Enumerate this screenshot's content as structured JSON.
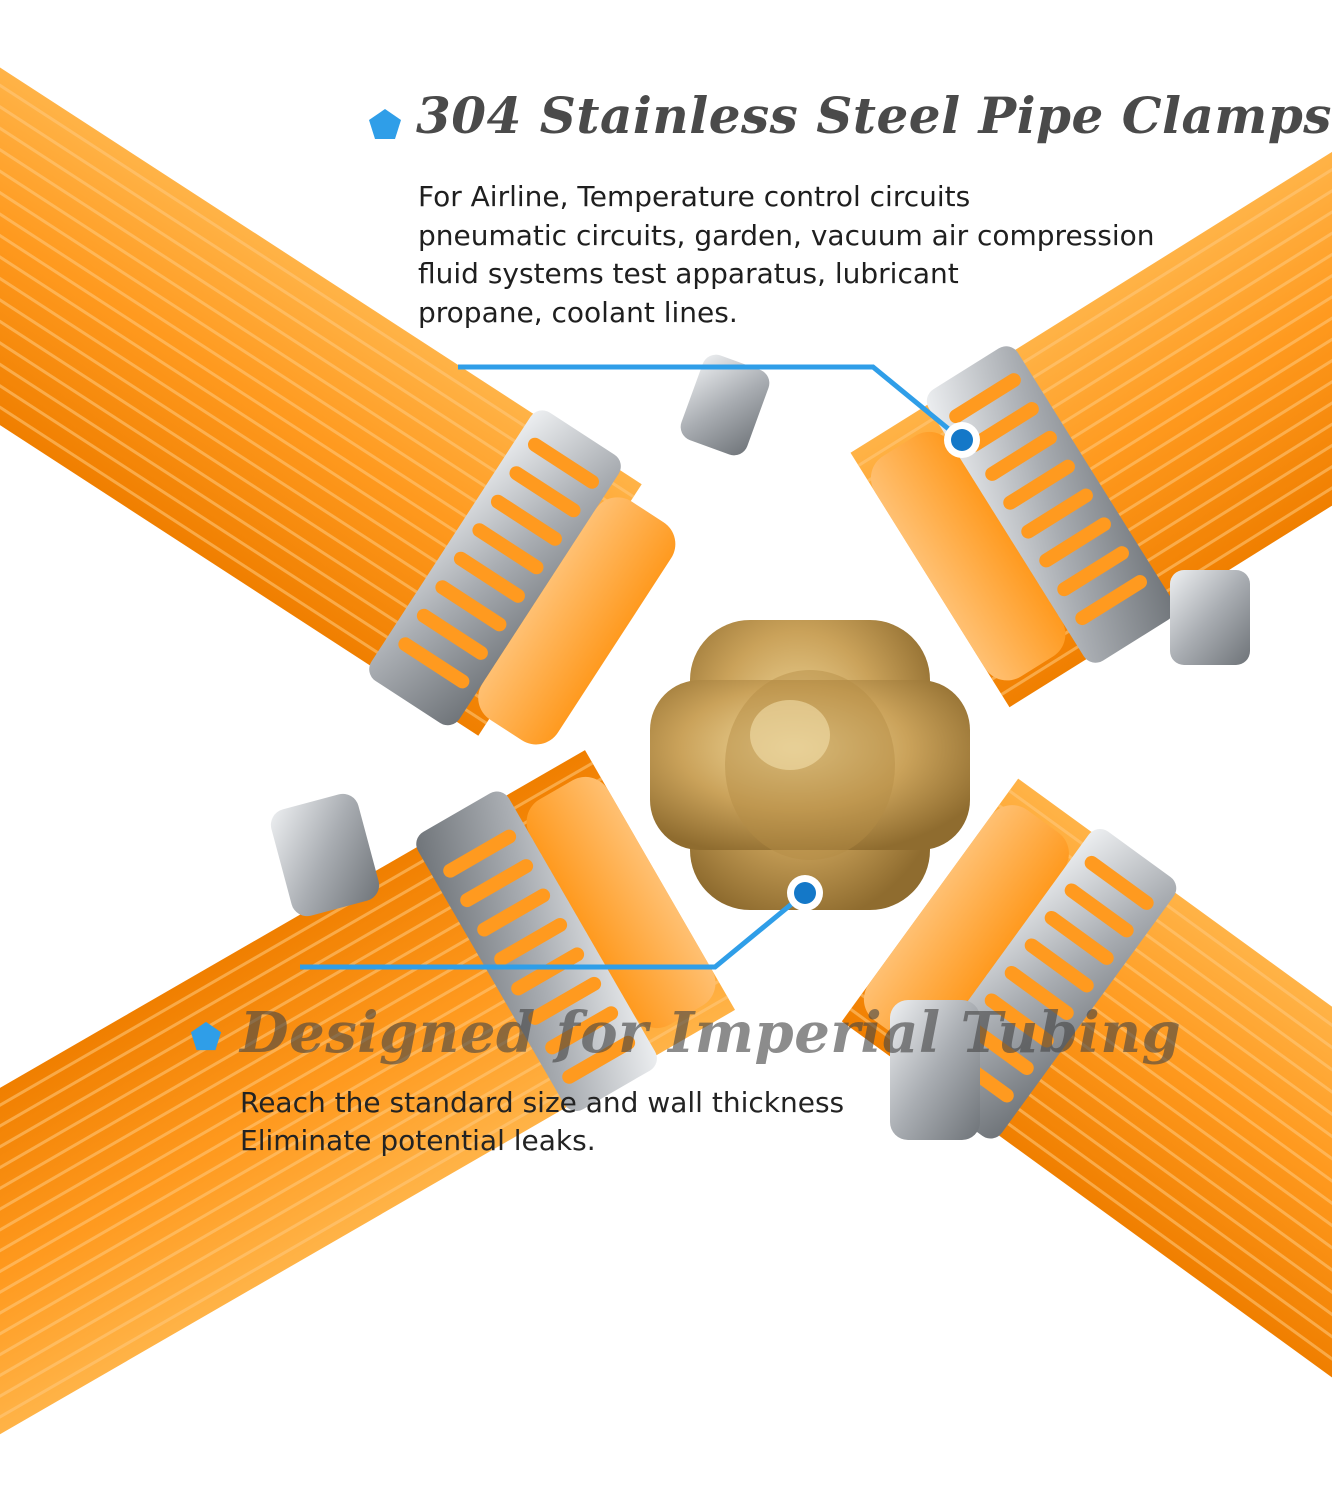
{
  "callouts": {
    "top": {
      "heading": "304 Stainless Steel Pipe Clamps",
      "lines": [
        "For Airline, Temperature control circuits",
        "pneumatic circuits, garden, vacuum air compression",
        "fluid systems test apparatus, lubricant",
        "propane, coolant lines."
      ]
    },
    "bottom": {
      "heading": "Designed for Imperial Tubing",
      "lines": [
        "Reach the standard size and wall thickness",
        "Eliminate potential leaks."
      ]
    }
  },
  "colors": {
    "accent_blue": "#2f9ee8",
    "dot_blue": "#1478c8",
    "tubing_orange": "#ff9a1f",
    "brass": "#caa25a",
    "steel": "#b9bcc0"
  },
  "icons": {
    "bullet": "pentagon-icon",
    "pointer": "pointer-dot-icon"
  }
}
